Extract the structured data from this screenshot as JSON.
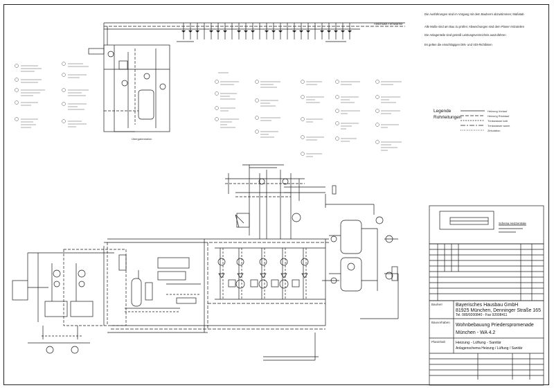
{
  "title_block": {
    "owner_label": "Bauherr",
    "owner_name": "Bayerisches Hausbau GmbH",
    "owner_address": "81925 München, Denninger Straße 165",
    "owner_phone": "Tel. 089/9200840 - Fax 92008411",
    "project_label": "Bauvorhaben",
    "project_line1": "Wohnbebauung Priederspromenade",
    "project_line2": "München - WA 4.2",
    "content_label": "Planinhalt",
    "content_line1": "Heizung - Lüftung - Sanitär",
    "content_line2": "Anlagenschema Heizung / Lüftung / Sanitär"
  },
  "notes": [
    "Die Ausführungen sind im Vorgang mit dem Bauherrn abzustimmen; Maßstab",
    "Alle Maße sind am Bau zu prüfen; Abweichungen sind dem Planer mitzuteilen",
    "Die Anlagenteile sind gemäß Leistungsverzeichnis auszuführen",
    "Es gelten die einschlägigen DIN- und VDI-Richtlinien"
  ],
  "legend": {
    "title_1": "Legende",
    "title_2": "Rohrleitungen",
    "items": [
      "Heizung Vorlauf",
      "Heizung Rücklauf",
      "Trinkwasser kalt",
      "Trinkwasser warm",
      "Zirkulation"
    ]
  },
  "labels": {
    "top_right_pipe": "Anschluss Fernwärme",
    "station_label": "Übergabestation",
    "legend_small": "Schema Heizzentrale"
  },
  "colors": {
    "line": "#1a1a1a",
    "paper": "#ffffff"
  }
}
